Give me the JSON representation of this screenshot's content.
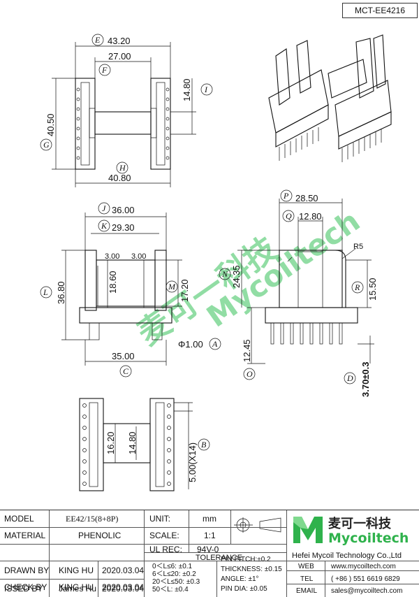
{
  "part_number": "MCT-EE4216",
  "dimensions": {
    "E": "43.20",
    "F": "27.00",
    "G": "40.50",
    "H": "40.80",
    "I": "14.80",
    "J": "36.00",
    "K": "29.30",
    "L": "36.80",
    "M": "17.20",
    "N": "24.35",
    "O": "12.45",
    "P": "28.50",
    "Q": "12.80",
    "R": "15.50",
    "C": "35.00",
    "slot_left": "3.00",
    "slot_right": "3.00",
    "inner_height": "18.60",
    "pin_dia": "Φ1.00",
    "pin_len": "3.70±0.3",
    "radius": "R5",
    "bottom_left": "16.20",
    "bottom_right": "14.80",
    "pitch": "5.00(X14)"
  },
  "circle_labels": {
    "E": "E",
    "F": "F",
    "G": "G",
    "H": "H",
    "I": "I",
    "J": "J",
    "K": "K",
    "L": "L",
    "M": "M",
    "N": "N",
    "O": "O",
    "P": "P",
    "Q": "Q",
    "R": "R",
    "A": "A",
    "C": "C",
    "D": "D",
    "B": "B"
  },
  "watermark": {
    "cn": "麦可一科技",
    "en": "Mycoiltech"
  },
  "table": {
    "model_label": "MODEL",
    "model_value": "EE42/15(8+8P)",
    "unit_label": "UNIT:",
    "unit_value": "mm",
    "material_label": "MATERIAL",
    "material_value": "PHENOLIC",
    "scale_label": "SCALE:",
    "scale_value": "1:1",
    "ul_label": "UL REC:",
    "ul_value": "94V-0",
    "tolerance_label": "TOLERANCE",
    "drawn_label": "DRAWN BY",
    "drawn_name": "KING HU",
    "drawn_date": "2020.03.04",
    "check_label": "CHECK BY",
    "check_name": "KING HU",
    "check_date": "2020.03.04",
    "issued_label": "ISSED BY",
    "issued_name": "James Hu",
    "issued_date": "2020.03.04",
    "tol1": "0＜L≤6: ±0.1",
    "tol2": "6＜L≤20: ±0.2",
    "tol3": "20＜L≤50: ±0.3",
    "tol4": "50＜L: ±0.4",
    "tol5": "PIN PITCH:±0.2",
    "tol6": "THICKNESS: ±0.15",
    "tol7": "ANGLE: ±1°",
    "tol8": "PIN DIA: ±0.05"
  },
  "company": {
    "logo_cn": "麦可一科技",
    "logo_en": "Mycoiltech",
    "name": "Hefei Mycoil Technology Co.,Ltd",
    "web_label": "WEB",
    "web_value": "www.mycoiltech.com",
    "tel_label": "TEL",
    "tel_value": "( +86 ) 551 6619 6829",
    "email_label": "EMAIL",
    "email_value": "sales@mycoiltech.com"
  }
}
